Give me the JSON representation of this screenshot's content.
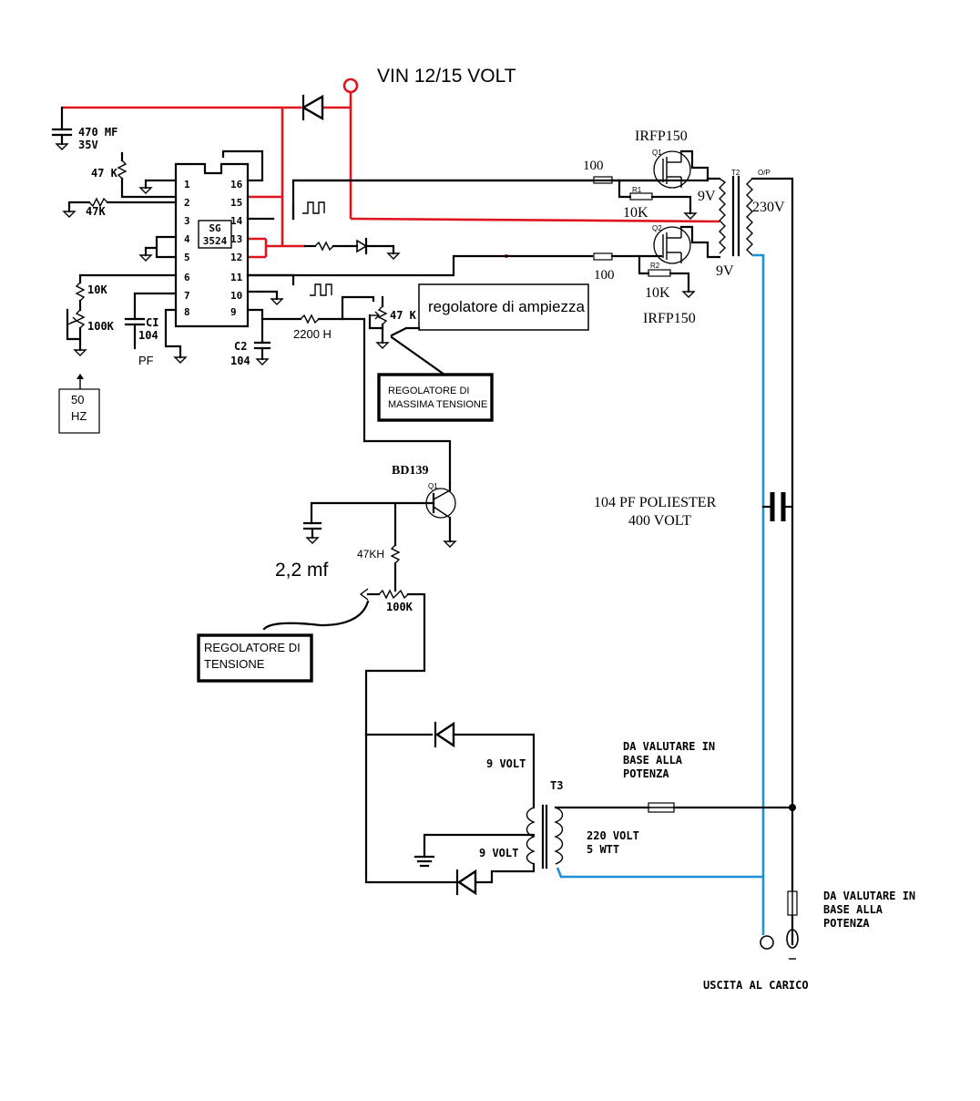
{
  "labels": {
    "vin": "VIN 12/15 VOLT",
    "cap_470": "470 MF",
    "cap_470_v": "35V",
    "r_47k_a": "47 K",
    "r_47k_b": "47K",
    "r_10k_a": "10K",
    "pot_100k_a": "100K",
    "ci": "CI",
    "ci_val": "104",
    "pf": "PF",
    "c2": "C2",
    "c2_val": "104",
    "hz_50": "50",
    "hz": "HZ",
    "ic_name": "SG",
    "ic_part": "3524",
    "r_2200": "2200 H",
    "pot_47k": "47 K",
    "irfp_top": "IRFP150",
    "irfp_bot": "IRFP150",
    "q1": "Q1",
    "q2": "Q2",
    "r1": "R1",
    "r2": "R2",
    "t2": "T2",
    "op": "O/P",
    "r100_top": "100",
    "r100_bot": "100",
    "r10k_top": "10K",
    "r10k_bot": "10K",
    "v9_top": "9V",
    "v9_bot": "9V",
    "v230": "230V",
    "reg_amp": "regolatore di ampiezza",
    "reg_max_1": "REGOLATORE DI",
    "reg_max_2": "MASSIMA TENSIONE",
    "bd139": "BD139",
    "q1_bjt": "Q1",
    "r47kh": "47KH",
    "cap_22": "2,2 mf",
    "pot_100k_b": "100K",
    "reg_ten_1": "REGOLATORE  DI",
    "reg_ten_2": "TENSIONE",
    "cap_poly_1": "104 PF POLIESTER",
    "cap_poly_2": "400 VOLT",
    "v9_t3_top": "9 VOLT",
    "v9_t3_bot": "9 VOLT",
    "t3": "T3",
    "v220_1": "220 VOLT",
    "v220_2": "5 WTT",
    "fuse1_1": "DA VALUTARE IN",
    "fuse1_2": "BASE ALLA",
    "fuse1_3": "POTENZA",
    "fuse2_1": "DA VALUTARE IN",
    "fuse2_2": "BASE ALLA",
    "fuse2_3": "POTENZA",
    "output": "USCITA AL CARICO"
  },
  "ic_pins_left": [
    "1",
    "2",
    "3",
    "4",
    "5",
    "6",
    "7",
    "8"
  ],
  "ic_pins_right": [
    "16",
    "15",
    "14",
    "13",
    "12",
    "11",
    "10",
    "9"
  ],
  "colors": {
    "positive_rail": "#e0141e",
    "output_line": "#1e90d8",
    "wire": "#000000"
  }
}
